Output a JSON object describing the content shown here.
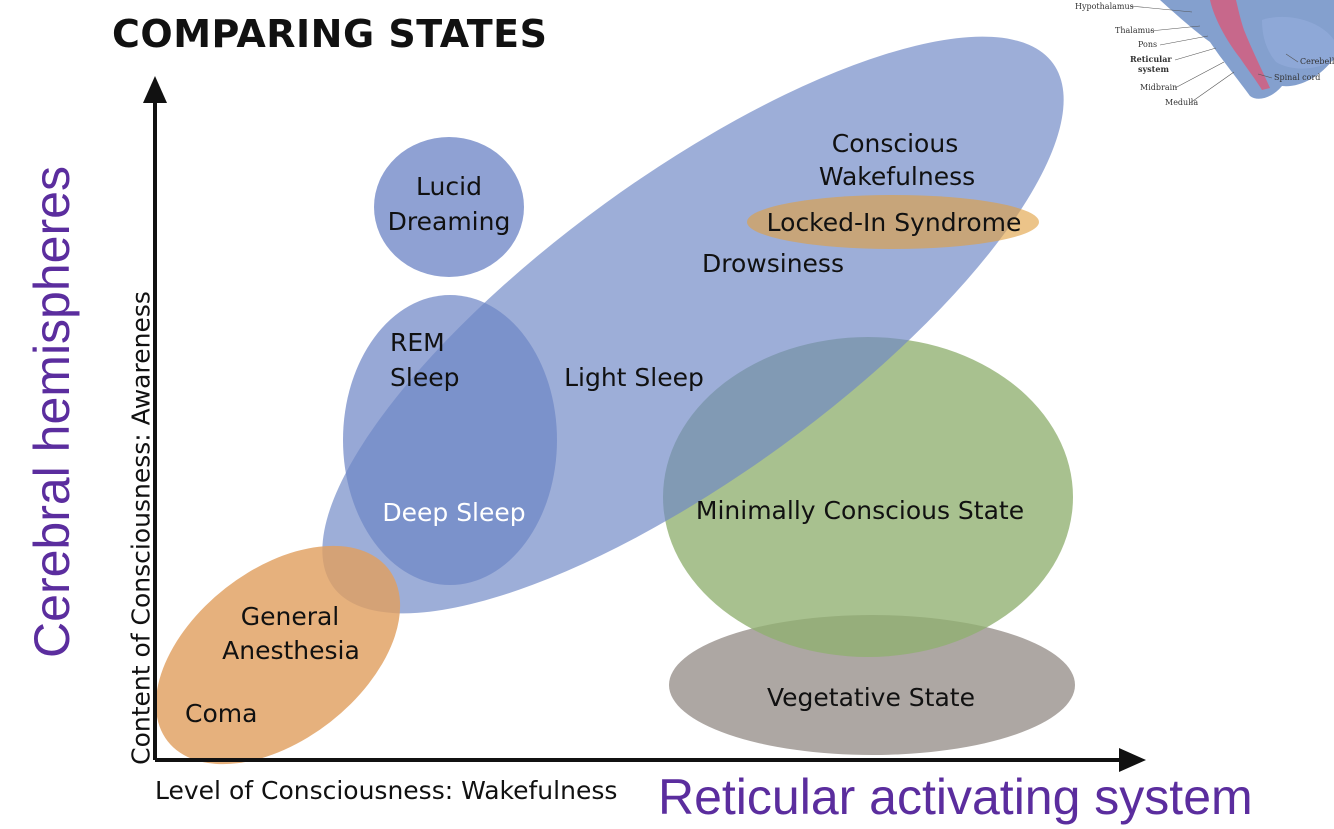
{
  "title": "COMPARING STATES",
  "axes": {
    "x_label": "Level of Consciousness: Wakefulness",
    "y_label": "Content of Consciousness: Awareness",
    "x_system": "Reticular activating system",
    "y_system": "Cerebral hemispheres"
  },
  "states": {
    "lucid_dreaming": [
      "Lucid",
      "Dreaming"
    ],
    "rem_sleep": [
      "REM",
      "Sleep"
    ],
    "deep_sleep": "Deep Sleep",
    "light_sleep": "Light Sleep",
    "drowsiness": "Drowsiness",
    "conscious_wakefulness": [
      "Conscious",
      "Wakefulness"
    ],
    "locked_in": "Locked-In Syndrome",
    "minimally_conscious": "Minimally Conscious State",
    "vegetative": "Vegetative State",
    "general_anesthesia": [
      "General",
      "Anesthesia"
    ],
    "coma": "Coma"
  },
  "brain_inset": {
    "labels": [
      "Hypothalamus",
      "Thalamus",
      "Pons",
      "Reticular",
      "system",
      "Midbrain",
      "Medulla",
      "Spinal cord",
      "Cerebelli"
    ]
  },
  "colors": {
    "blue": "#6f87c6",
    "orange": "#e0a060",
    "green": "#8fb070",
    "gray": "#8e8580",
    "purple": "#5b2d9e"
  }
}
